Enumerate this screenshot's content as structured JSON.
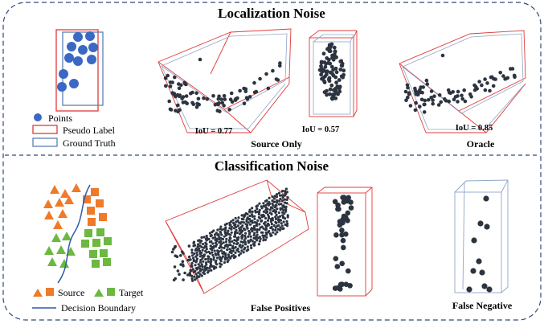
{
  "sections": {
    "localization": {
      "title": "Localization Noise",
      "legend": {
        "points": "Points",
        "pseudo_label": "Pseudo Label",
        "ground_truth": "Ground Truth"
      },
      "iou_labels": [
        "IoU = 0.77",
        "IoU = 0.57",
        "IoU = 0.85"
      ],
      "captions": {
        "source_only": "Source Only",
        "oracle": "Oracle"
      }
    },
    "classification": {
      "title": "Classification Noise",
      "legend": {
        "source": "Source",
        "target": "Target",
        "decision_boundary": "Decision Boundary"
      },
      "captions": {
        "false_positives": "False Positives",
        "false_negative": "False Negative"
      }
    }
  },
  "colors": {
    "pseudo_label": "#e03a3a",
    "ground_truth": "#5a80b8",
    "point_blue": "#3b68c4",
    "point_dark": "#2c3440",
    "source_orange": "#ef7a2a",
    "target_green": "#6cb840",
    "frame": "#2f4a78"
  }
}
